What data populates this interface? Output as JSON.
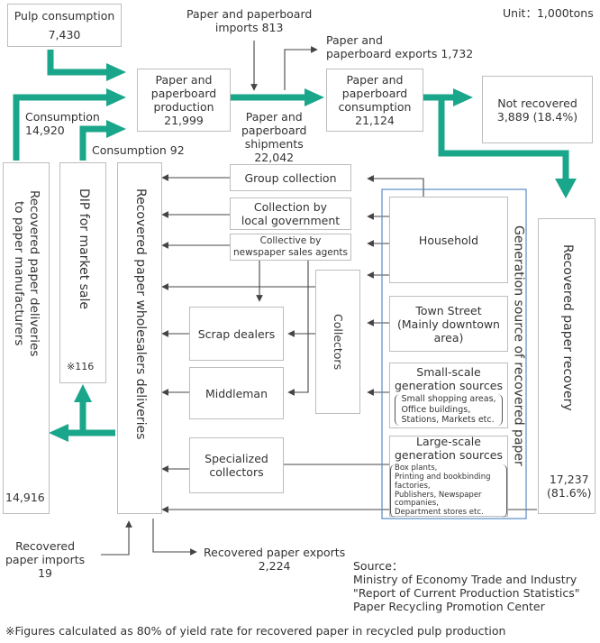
{
  "unit": "Unit：1,000tons",
  "pulp": {
    "label": "Pulp consumption",
    "value": "7,430"
  },
  "imports_paper": {
    "label": "Paper and paperboard",
    "label2": "imports 813"
  },
  "exports_paper": {
    "label": "Paper and",
    "label2": "paperboard exports 1,732"
  },
  "production": {
    "l1": "Paper and",
    "l2": "paperboard",
    "l3": "production",
    "value": "21,999"
  },
  "shipments": {
    "l1": "Paper and",
    "l2": "paperboard",
    "l3": "shipments",
    "value": "22,042"
  },
  "consumption_box": {
    "l1": "Paper and",
    "l2": "paperboard",
    "l3": "consumption",
    "value": "21,124"
  },
  "not_recovered": {
    "label": "Not recovered",
    "value": "3,889 (18.4%)"
  },
  "consumption1": {
    "label": "Consumption",
    "value": "14,920"
  },
  "consumption2": {
    "label": "Consumption 92"
  },
  "col_left": {
    "label": "Recovered paper deliveries to paper manufacturers",
    "line1": "Recovered paper deliveries",
    "line2": "to paper manufacturers",
    "value": "14,916"
  },
  "col_dip": {
    "label": "DIP for market sale",
    "note": "※116"
  },
  "col_wholesale": {
    "label": "Recovered paper wholesalers deliveries"
  },
  "group_collection": "Group collection",
  "local_gov": {
    "l1": "Collection by",
    "l2": "local government"
  },
  "newspaper": {
    "l1": "Collective by",
    "l2": "newspaper sales agents"
  },
  "scrap": "Scrap dealers",
  "middleman": "Middleman",
  "collectors": "Collectors",
  "specialized": {
    "l1": "Specialized",
    "l2": "collectors"
  },
  "household": "Household",
  "town": {
    "l1": "Town Street",
    "l2": "(Mainly downtown",
    "l3": "area)"
  },
  "small_scale": {
    "l1": "Small-scale",
    "l2": "generation sources",
    "d1": "Small shopping areas,",
    "d2": "Office buildings,",
    "d3": "Stations, Markets etc."
  },
  "large_scale": {
    "l1": "Large-scale",
    "l2": "generation sources",
    "d1": "Box plants,",
    "d2": "Printing and bookbinding factories,",
    "d3": "Publishers, Newspaper companies,",
    "d4": "Department stores etc."
  },
  "generation_source": "Generation source of recovered paper",
  "recovery": {
    "label": "Recovered paper recovery",
    "value": "17,237",
    "pct": "(81.6%)"
  },
  "recovered_imports": {
    "l1": "Recovered",
    "l2": "paper imports",
    "value": "19"
  },
  "recovered_exports": {
    "label": "Recovered paper exports",
    "value": "2,224"
  },
  "source": {
    "l0": "Source：",
    "l1": "Ministry of Economy Trade and Industry",
    "l2": "\"Report of Current Production Statistics\"",
    "l3": "Paper Recycling Promotion Center"
  },
  "footnote": "※Figures calculated as 80% of yield rate for recovered paper in recycled pulp production",
  "colors": {
    "teal": "#1aa68a",
    "blue": "#5b8cc4",
    "arrow": "#444444",
    "border": "#bdbdbd"
  }
}
